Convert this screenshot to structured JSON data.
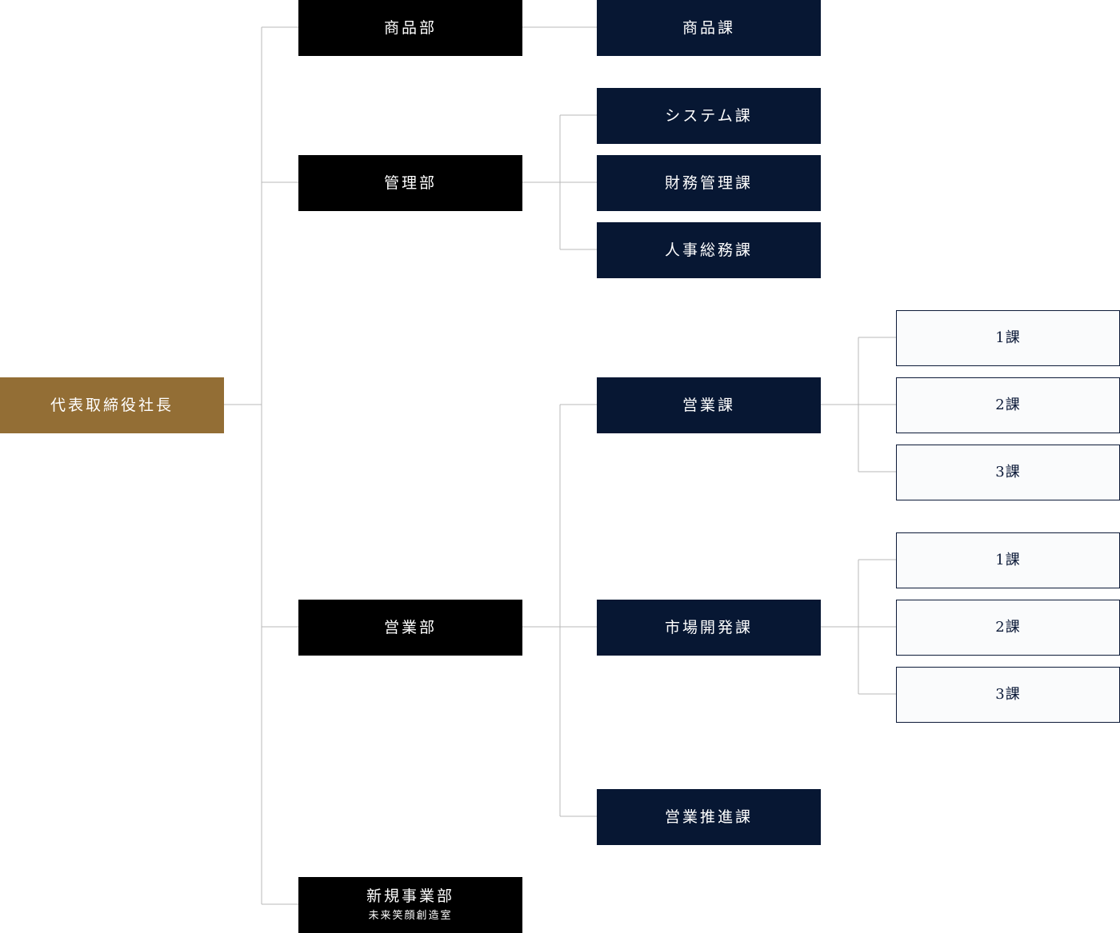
{
  "org": {
    "president": "代表取締役社長",
    "departments": [
      {
        "label": "商品部",
        "sections": [
          {
            "label": "商品課"
          }
        ]
      },
      {
        "label": "管理部",
        "sections": [
          {
            "label": "システム課"
          },
          {
            "label": "財務管理課"
          },
          {
            "label": "人事総務課"
          }
        ]
      },
      {
        "label": "営業部",
        "sections": [
          {
            "label": "営業課",
            "subsections": [
              "1課",
              "2課",
              "3課"
            ]
          },
          {
            "label": "市場開発課",
            "subsections": [
              "1課",
              "2課",
              "3課"
            ]
          },
          {
            "label": "営業推進課"
          }
        ]
      },
      {
        "label": "新規事業部",
        "sublabel": "未来笑顔創造室"
      }
    ]
  },
  "colors": {
    "president": "#936e35",
    "department": "#000000",
    "section": "#071733",
    "subsection_border": "#0c1a38",
    "connector": "#b9b9b9"
  }
}
